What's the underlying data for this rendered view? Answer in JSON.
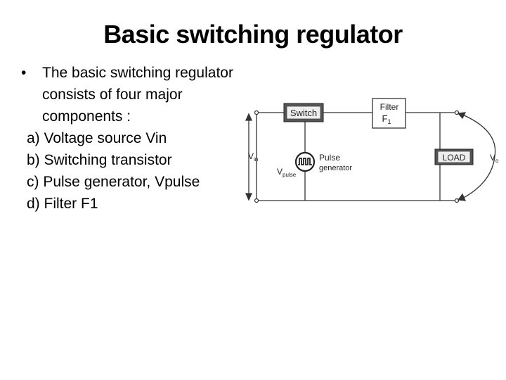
{
  "slide": {
    "title": "Basic switching regulator",
    "bullet": "The basic switching regulator consists of four major components :",
    "items": [
      "a) Voltage source Vin",
      "b) Switching transistor",
      "c) Pulse generator, Vpulse",
      "d) Filter F1"
    ]
  },
  "diagram": {
    "switch_label": "Switch",
    "filter_label": "Filter",
    "filter_id": "F",
    "filter_sub": "1",
    "load_label": "LOAD",
    "vin_main": "V",
    "vin_sub": "in",
    "vo_main": "V",
    "vo_sub": "o",
    "vpulse_main": "V",
    "vpulse_sub": "pulse",
    "pulse_label_1": "Pulse",
    "pulse_label_2": "generator"
  }
}
